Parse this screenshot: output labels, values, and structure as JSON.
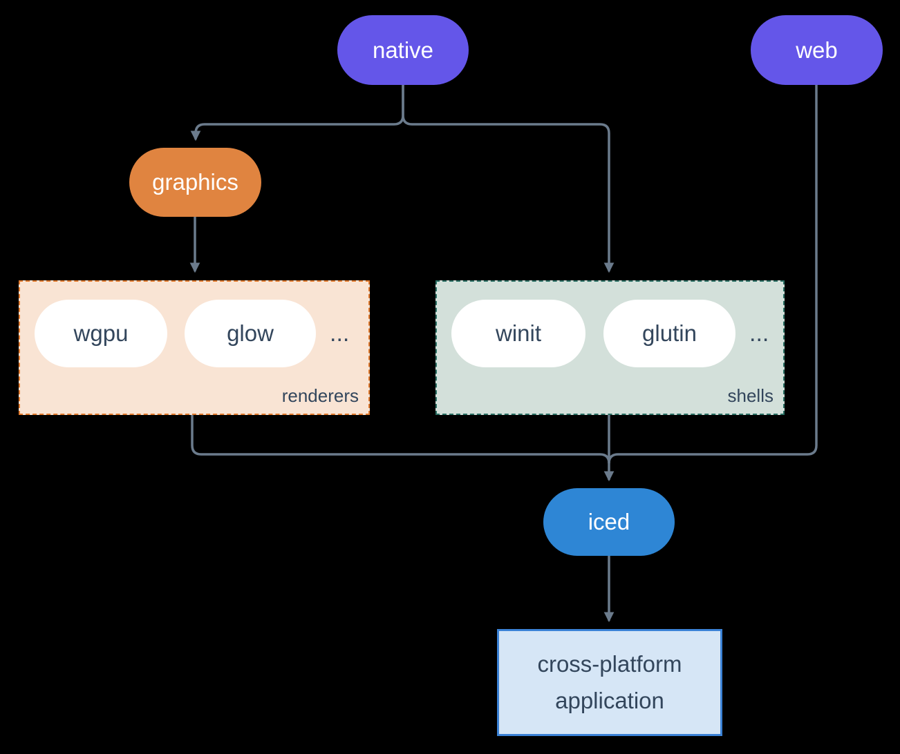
{
  "nodes": {
    "native": "native",
    "web": "web",
    "graphics": "graphics",
    "iced": "iced",
    "application": "cross-platform application"
  },
  "groups": {
    "renderers": {
      "label": "renderers",
      "items": [
        "wgpu",
        "glow"
      ],
      "ellipsis": "..."
    },
    "shells": {
      "label": "shells",
      "items": [
        "winit",
        "glutin"
      ],
      "ellipsis": "..."
    }
  },
  "edges": [
    {
      "from": "native",
      "to": "graphics"
    },
    {
      "from": "native",
      "to": "shells"
    },
    {
      "from": "graphics",
      "to": "renderers"
    },
    {
      "from": "renderers",
      "to": "iced"
    },
    {
      "from": "shells",
      "to": "iced"
    },
    {
      "from": "web",
      "to": "iced"
    },
    {
      "from": "iced",
      "to": "application"
    }
  ],
  "colors": {
    "background": "#000000",
    "node-purple": "#6456e9",
    "node-orange": "#e08440",
    "node-blue": "#2e86d5",
    "pill-white": "#ffffff",
    "renderers-bg": "#f9e4d4",
    "renderers-border": "#e27a2d",
    "shells-bg": "#d3e0da",
    "shells-border": "#2a6f63",
    "app-bg": "#d6e6f6",
    "app-border": "#3b82d6",
    "edge-line": "#6b7b8c",
    "text-light": "#ffffff",
    "text-dark": "#33465c"
  }
}
